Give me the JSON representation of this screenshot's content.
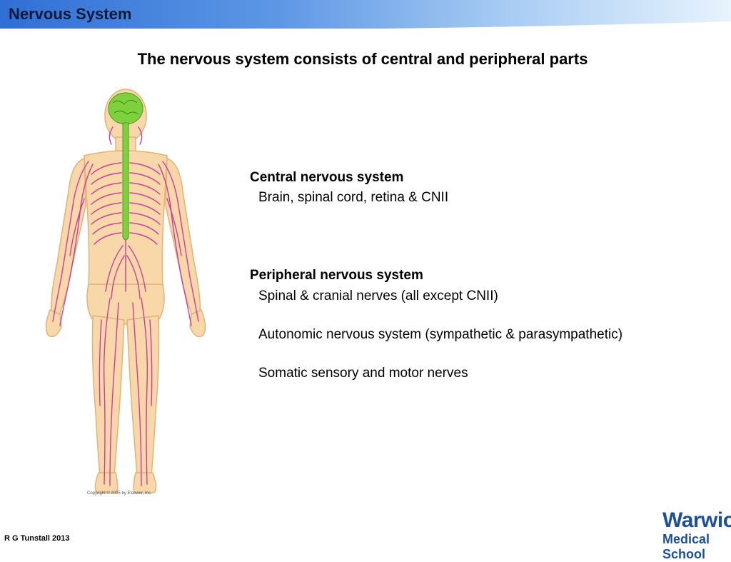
{
  "header": {
    "title": "Nervous System"
  },
  "slide": {
    "subtitle": "The nervous system consists of central and peripheral parts",
    "central": {
      "heading": "Central nervous system",
      "items": [
        "Brain, spinal cord, retina & CNII"
      ]
    },
    "peripheral": {
      "heading": "Peripheral nervous system",
      "items": [
        "Spinal & cranial nerves (all except CNII)",
        "Autonomic nervous system (sympathetic & parasympathetic)",
        "Somatic sensory and motor nerves"
      ]
    },
    "figure_copyright": "Copyright © 2005 by Elsevier, Inc."
  },
  "footer": {
    "credit": "R G Tunstall 2013",
    "logo_line1": "Warwick",
    "logo_line2": "Medical School"
  },
  "colors": {
    "skin": "#f8d7a8",
    "skin_outline": "#e2b27a",
    "nerves": "#cc3d9d",
    "cns": "#7ed13d"
  }
}
